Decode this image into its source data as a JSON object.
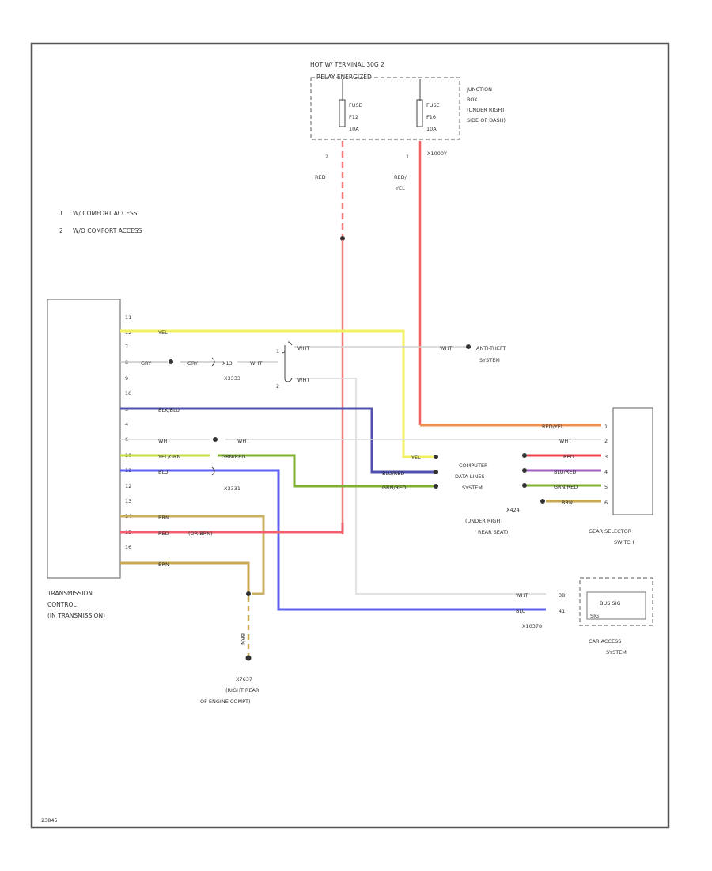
{
  "notes": [
    {
      "num": "1",
      "text": "W/ COMFORT ACCESS"
    },
    {
      "num": "2",
      "text": "W/O COMFORT ACCESS"
    }
  ],
  "hot_label_line1": "HOT W/ TERMINAL 30G 2",
  "hot_label_line2": "RELAY ENERGIZED",
  "junction_box": [
    "JUNCTION",
    "BOX",
    "(UNDER RIGHT",
    "SIDE OF DASH)"
  ],
  "fuses": [
    {
      "name": "FUSE",
      "num": "F12",
      "amp": "10A",
      "pin": "2"
    },
    {
      "name": "FUSE",
      "num": "F16",
      "amp": "10A",
      "pin": "1"
    }
  ],
  "fuse_connector": "X1000Y",
  "top_wires": [
    {
      "color": "RED",
      "pin": "2"
    },
    {
      "color": "RED/",
      "color2": "YEL",
      "pin": "1"
    }
  ],
  "tcm_label": [
    "TRANSMISSION",
    "CONTROL",
    "(IN TRANSMISSION)"
  ],
  "tcm_pins": [
    "11",
    "12",
    "7",
    "8",
    "9",
    "10",
    "3",
    "4",
    "6",
    "10",
    "11",
    "12",
    "13",
    "14",
    "15",
    "16"
  ],
  "wires": {
    "w12": "YEL",
    "w7a": "GRY",
    "w7b": "GRY",
    "w7_conn": "X13",
    "w7c": "WHT",
    "w7_splice": "X3333",
    "bus_a": "WHT",
    "bus_b": "WHT",
    "w10": "BLK/BLU",
    "w6a": "WHT",
    "w6b": "WHT",
    "w9a": "YEL/GRN",
    "w9b": "GRN/RED",
    "w10b": "BLU",
    "w10_splice": "X3331",
    "w13": "BRN",
    "w14": "RED",
    "w14b": "(OR BRN)",
    "w16": "BRN",
    "ground_wire": "BRN",
    "gear_rdyel": "RED/YEL",
    "gear_wht": "WHT",
    "gear_red": "RED",
    "gear_blured": "BLU/RED",
    "gear_grnred": "GRN/RED",
    "gear_brn": "BRN",
    "car_wht": "WHT",
    "car_blu": "BLU",
    "car_conn": "X10378",
    "conn_yel": "YEL",
    "conn_blured": "BLU/RED",
    "conn_grnred": "GRN/RED"
  },
  "gear_pins": [
    "1",
    "2",
    "3",
    "4",
    "5",
    "6"
  ],
  "car_pins": [
    "38",
    "41"
  ],
  "car_bus": [
    "BUS SIG",
    "SIG"
  ],
  "anti_theft": {
    "wire": "WHT",
    "label1": "ANTI-THEFT",
    "label2": "SYSTEM"
  },
  "computer": [
    "COMPUTER",
    "DATA LINES",
    "SYSTEM"
  ],
  "x424": [
    "X424",
    "(UNDER RIGHT",
    "REAR SEAT)"
  ],
  "gear_selector": [
    "GEAR SELECTOR",
    "SWITCH"
  ],
  "car_access": [
    "CAR ACCESS",
    "SYSTEM"
  ],
  "ground": [
    "X7637",
    "(RIGHT REAR",
    "OF ENGINE COMPT)"
  ],
  "corner_code": "23845"
}
